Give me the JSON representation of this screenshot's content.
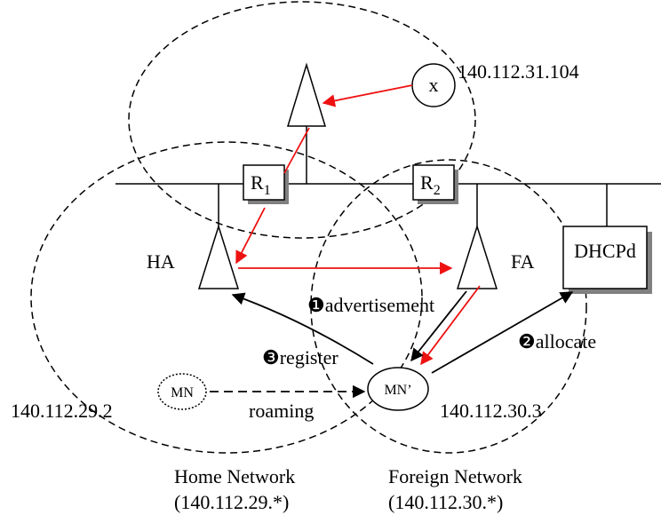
{
  "colors": {
    "line": "#000000",
    "red_arrow": "#ee1111",
    "shadow": "#808080",
    "background": "#ffffff"
  },
  "labels": {
    "top_host_ip": "140.112.31.104",
    "host_x": "x",
    "router1": "R",
    "router1_sub": "1",
    "router2": "R",
    "router2_sub": "2",
    "ha": "HA",
    "fa": "FA",
    "dhcp": "DHCPd",
    "step1": "❶advertisement",
    "step2": "❷allocate",
    "step3": "❸register",
    "mn": "MN",
    "mn_prime": "MN’",
    "roaming": "roaming",
    "home_ip": "140.112.29.2",
    "foreign_ip": "140.112.30.3",
    "home_network_line1": "Home Network",
    "home_network_line2": "(140.112.29.*)",
    "foreign_network_line1": "Foreign Network",
    "foreign_network_line2": "(140.112.30.*)"
  }
}
